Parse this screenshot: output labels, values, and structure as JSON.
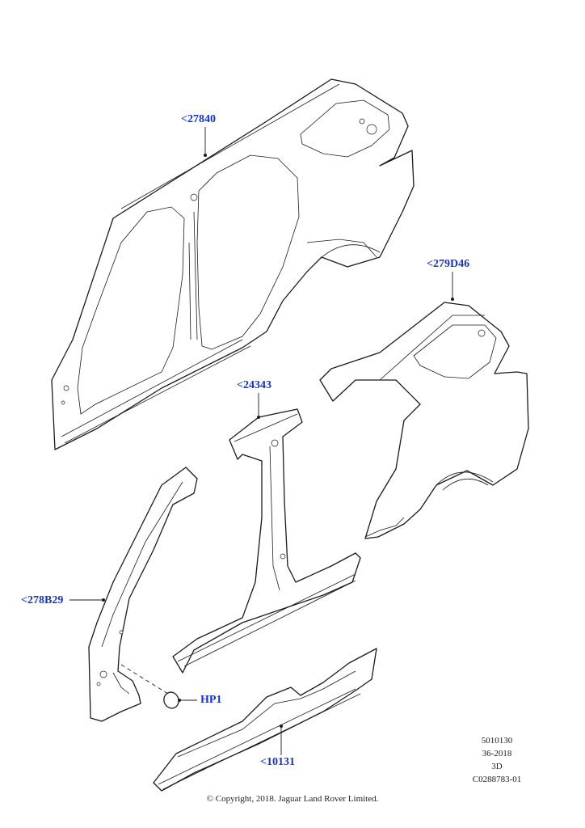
{
  "callouts": {
    "side_panel_outer": "<27840",
    "rear_quarter_panel": "<279D46",
    "b_pillar_reinforcement": "<24343",
    "a_pillar_reinforcement": "<278B29",
    "plug": "HP1",
    "sill_reinforcement": "<10131"
  },
  "reference": {
    "line1": "5010130",
    "line2": "36-2018",
    "line3": "3D",
    "line4": "C0288783-01"
  },
  "copyright": "© Copyright, 2018. Jaguar Land Rover Limited.",
  "colors": {
    "callout": "#1532c8",
    "line": "#1a1a1a",
    "background": "#ffffff"
  }
}
